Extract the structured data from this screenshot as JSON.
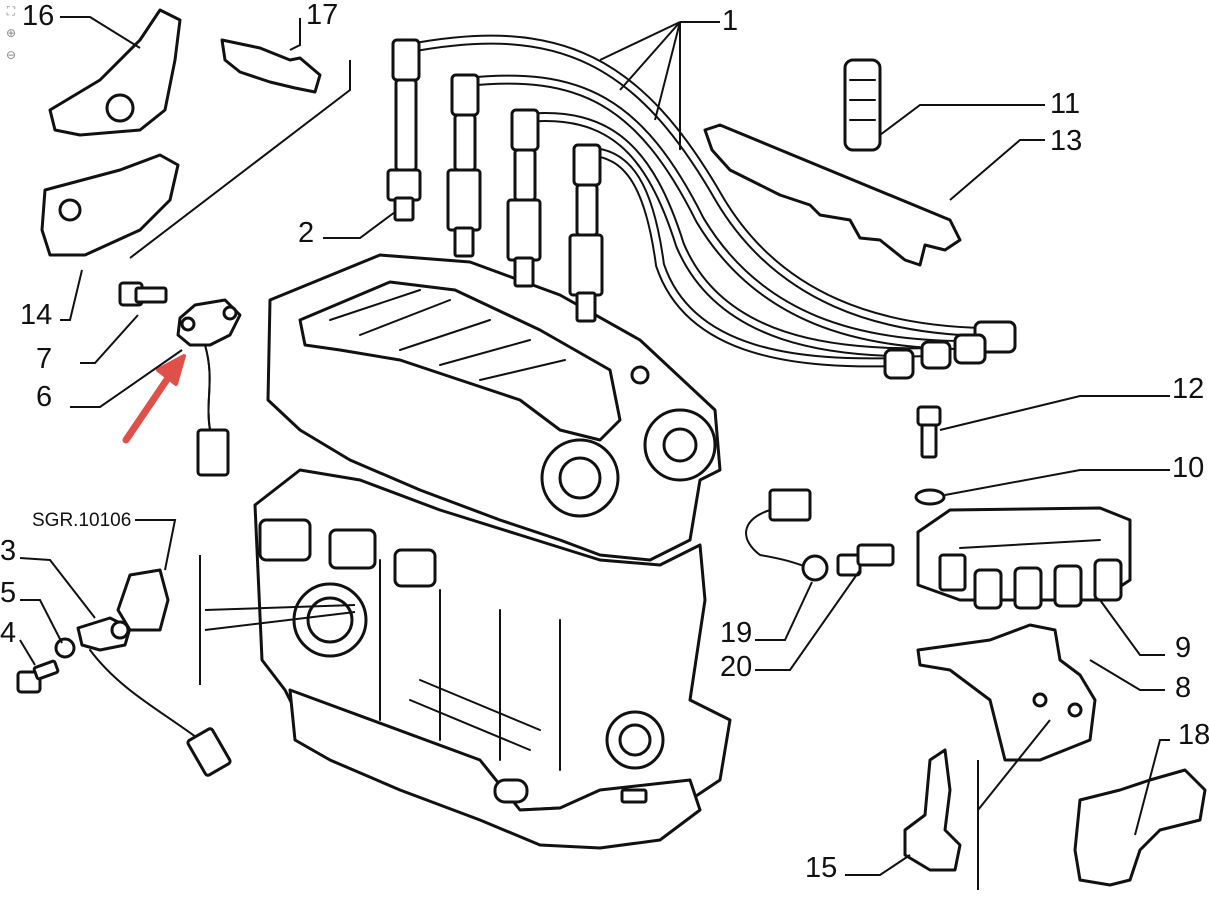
{
  "viewer": {
    "fit_icon": "fit-screen-icon",
    "zoom_in_icon": "zoom-in-icon",
    "zoom_out_icon": "zoom-out-icon"
  },
  "diagram": {
    "reference": "SGR.10106",
    "labels": {
      "p1": "1",
      "p2": "2",
      "p3": "3",
      "p4": "4",
      "p5": "5",
      "p6": "6",
      "p7": "7",
      "p8": "8",
      "p9": "9",
      "p10": "10",
      "p11": "11",
      "p12": "12",
      "p13": "13",
      "p14": "14",
      "p15": "15",
      "p16": "16",
      "p17": "17",
      "p18": "18",
      "p19": "19",
      "p20": "20"
    },
    "highlight_color": "#e0504a"
  }
}
